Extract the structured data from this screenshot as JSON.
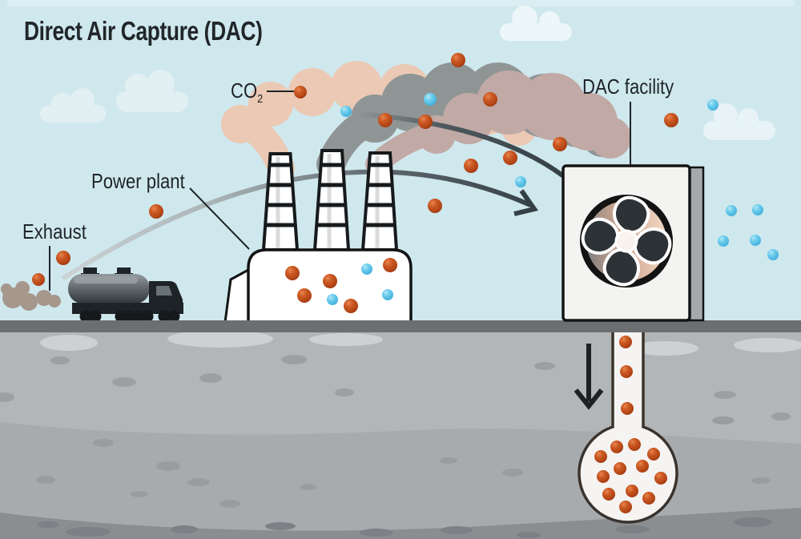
{
  "title": "Direct Air Capture (DAC)",
  "labels": {
    "co2_base": "CO",
    "co2_sub": "2",
    "power_plant": "Power plant",
    "exhaust": "Exhaust",
    "dac_facility": "DAC facility"
  },
  "palette": {
    "sky": "#cfe8ee",
    "cloud": "#e2eff3",
    "smoke_left": "#ebc9b4",
    "smoke_middle": "#8f9595",
    "smoke_right": "#c1a9a5",
    "road": "#6b6f72",
    "underground_top": "#b3b6b9",
    "underground_mid": "#a8abae",
    "underground_bottom": "#8b8e91",
    "co2_molecule": "#c24f1d",
    "air_molecule": "#64c9ec",
    "arrow": "#38434a",
    "truck": "#1d2327",
    "facility": "#f3f3f2",
    "fan_blade": "#2d3236",
    "tube": "#f5f4f2"
  },
  "molecules": {
    "sky_co2": [
      [
        375,
        115,
        8
      ],
      [
        572,
        75,
        9
      ],
      [
        612,
        124,
        9
      ],
      [
        481,
        150,
        9
      ],
      [
        531,
        152,
        9
      ],
      [
        637,
        197,
        9
      ],
      [
        588,
        207,
        9
      ],
      [
        543,
        257,
        9
      ],
      [
        699,
        180,
        9
      ],
      [
        838,
        150,
        9
      ],
      [
        195,
        264,
        9
      ],
      [
        79,
        322,
        9
      ],
      [
        48,
        349,
        8
      ]
    ],
    "sky_air": [
      [
        537,
        124,
        8
      ],
      [
        432,
        139,
        7
      ],
      [
        650,
        227,
        7
      ],
      [
        890,
        131,
        7
      ]
    ],
    "outlet_air": [
      [
        913,
        263,
        7
      ],
      [
        946,
        262,
        7
      ],
      [
        903,
        301,
        7
      ],
      [
        943,
        300,
        7
      ],
      [
        965,
        318,
        7
      ]
    ],
    "plant_co2": [
      [
        365,
        341,
        9
      ],
      [
        412,
        351,
        9
      ],
      [
        380,
        369,
        9
      ],
      [
        438,
        382,
        9
      ],
      [
        487,
        331,
        9
      ]
    ],
    "plant_air": [
      [
        458,
        336,
        7
      ],
      [
        415,
        374,
        7
      ],
      [
        484,
        368,
        7
      ]
    ],
    "tube_co2": [
      [
        781,
        427,
        8
      ],
      [
        782,
        464,
        8
      ],
      [
        783,
        510,
        8
      ]
    ],
    "bulb_co2": [
      [
        770,
        558,
        8
      ],
      [
        792,
        555,
        8
      ],
      [
        750,
        570,
        8
      ],
      [
        816,
        567,
        8
      ],
      [
        774,
        585,
        8
      ],
      [
        802,
        582,
        8
      ],
      [
        753,
        595,
        8
      ],
      [
        825,
        597,
        8
      ],
      [
        760,
        617,
        8
      ],
      [
        789,
        613,
        8
      ],
      [
        810,
        622,
        8
      ],
      [
        781,
        633,
        8
      ]
    ]
  }
}
